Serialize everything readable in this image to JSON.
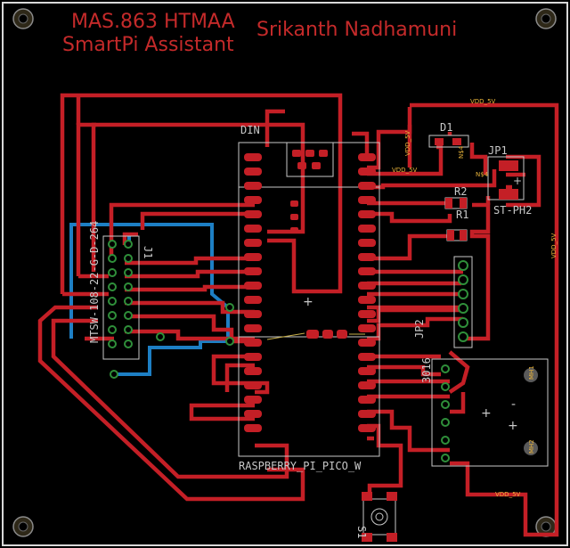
{
  "title": {
    "line1": "MAS.863 HTMAA",
    "line2": "SmartPi Assistant",
    "author": "Srikanth Nadhamuni"
  },
  "components": {
    "pico_ref": "DIN",
    "pico_name": "RASPBERRY_PI_PICO_W",
    "header_ref": "J1",
    "header_part": "MTSW-108-22-G-D-264",
    "led_ref": "D1",
    "jumper_ref": "JP1",
    "jumper_part": "ST-PH2",
    "r2_ref": "R2",
    "r1_ref": "R1",
    "jp2_ref": "JP2",
    "conn_label": "3016",
    "button_ref": "S1",
    "mic1_label": "MH1",
    "mic2_label": "MH2",
    "minus_label": "-",
    "plus_label": "+"
  },
  "nets": {
    "vdd5v": "VDD_5V",
    "n4": "N$4"
  },
  "colors": {
    "board": "#000000",
    "outline": "#d8d8d8",
    "trace_top": "#c41f26",
    "trace_bottom": "#1d7fc4",
    "silk": "#c8c8c8",
    "net_label": "#e7b23a",
    "hole": "#3a3320"
  }
}
